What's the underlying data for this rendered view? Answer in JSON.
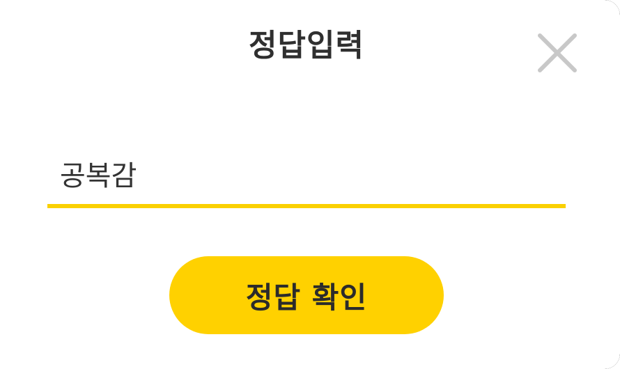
{
  "dialog": {
    "title": "정답입력",
    "close_icon": "close-icon",
    "answer_value": "공복감",
    "confirm_label": "정답 확인"
  },
  "colors": {
    "accent": "#FFD100",
    "underline": "#FAD000",
    "title_text": "#2f2f2f",
    "close_icon": "#c8c8c8",
    "background": "#ffffff"
  }
}
